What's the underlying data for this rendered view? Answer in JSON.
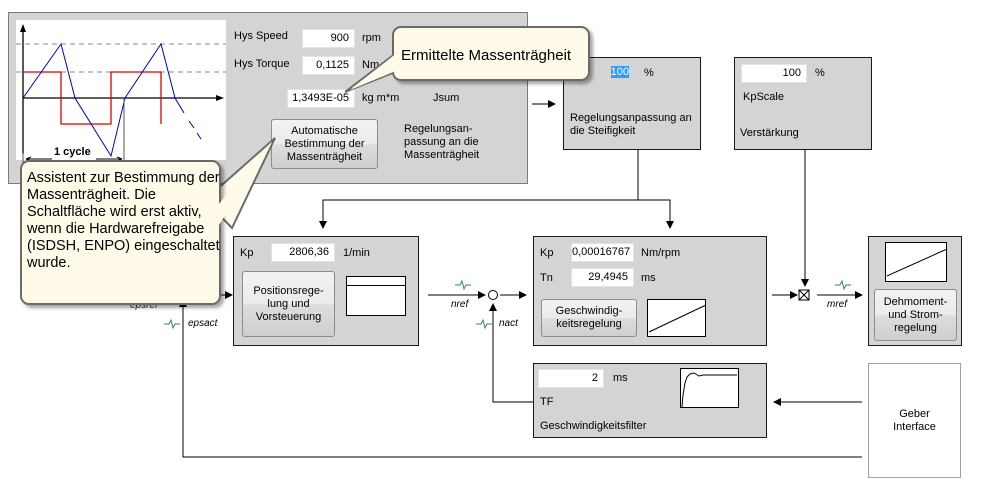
{
  "inertia_panel": {
    "hys_speed": {
      "label": "Hys Speed",
      "value": "900",
      "unit": "rpm"
    },
    "hys_torque": {
      "label": "Hys Torque",
      "value": "0,1125",
      "unit": "Nm"
    },
    "jsum": {
      "value": "1,3493E-05",
      "unit": "kg m*m",
      "label": "Jsum"
    },
    "auto_button": "Automatische\nBestimmung der\nMassenträgheit",
    "description": "Regelungsan-\npassung an die\nMassenträgheit",
    "graph_label": "1 cycle"
  },
  "stiffness_panel": {
    "value": "100",
    "unit": "%",
    "description": "Regelungsanpassung an\ndie Steifigkeit"
  },
  "gain_panel": {
    "value": "100",
    "unit": "%",
    "param": "KpScale",
    "description": "Verstärkung"
  },
  "position_panel": {
    "kp_label": "Kp",
    "kp_value": "2806,36",
    "kp_unit": "1/min",
    "button": "Positionsrege-\nlung und\nVorsteuerung"
  },
  "speed_panel": {
    "kp_label": "Kp",
    "kp_value": "0,00016767",
    "kp_unit": "Nm/rpm",
    "tn_label": "Tn",
    "tn_value": "29,4945",
    "tn_unit": "ms",
    "button": "Geschwindig-\nkeitsregelung"
  },
  "current_panel": {
    "button": "Dehmoment-\nund Strom-\nregelung"
  },
  "filter_panel": {
    "value": "2",
    "unit": "ms",
    "param": "TF",
    "description": "Geschwindigkeitsfilter"
  },
  "encoder_panel": {
    "label": "Geber\nInterface"
  },
  "signals": {
    "epsref": "epsref",
    "epsact": "epsact",
    "nref": "nref",
    "nact": "nact",
    "mref": "mref"
  },
  "callouts": {
    "inertia_result": "Ermittelte Massenträgheit",
    "assistant": "Assistent zur Bestimmung der Massenträgheit. Die Schaltfläche wird erst aktiv, wenn die Hardwarefreigabe (ISDSH, ENPO) eingeschaltet wurde."
  },
  "colors": {
    "panel": "#d4d4d4",
    "speed_trace": "#0000cc",
    "torque_trace": "#dd0000",
    "probe": "#2e8b57",
    "callout_bg": "#fffbe8"
  }
}
